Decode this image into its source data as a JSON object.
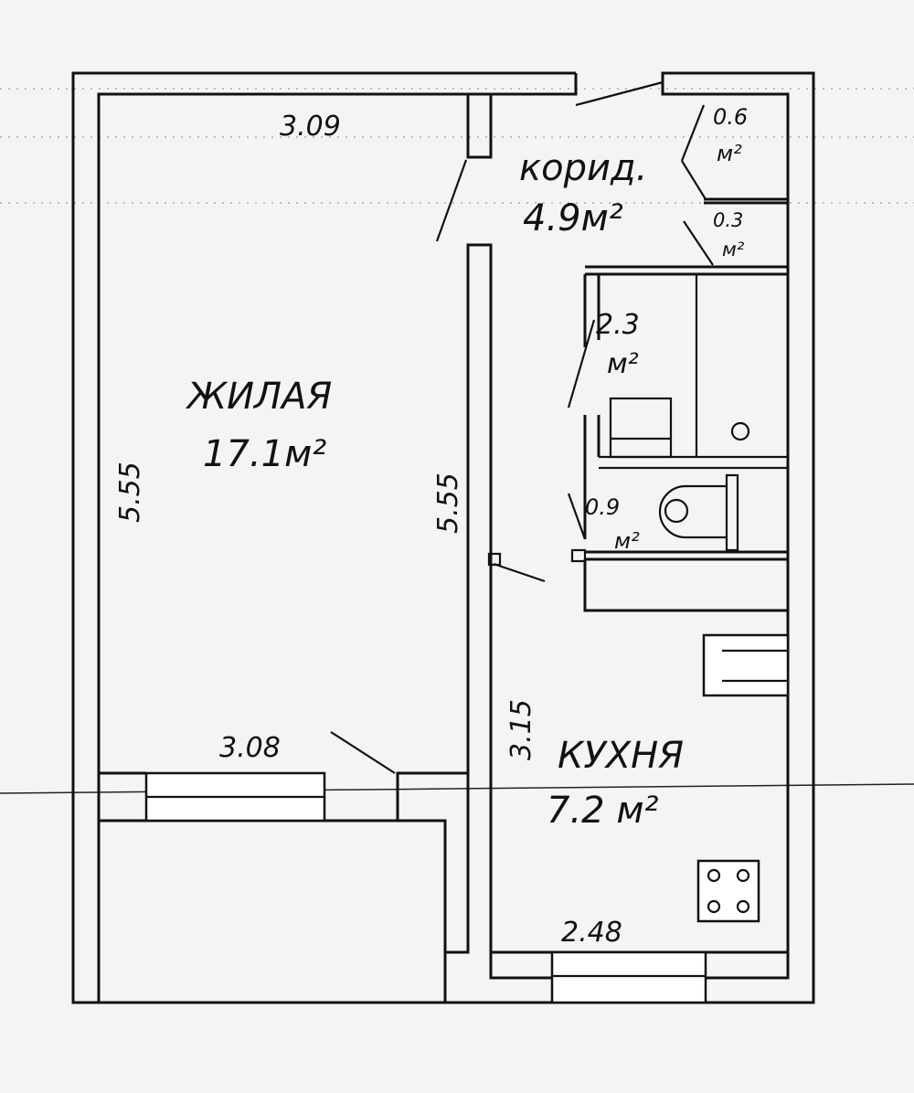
{
  "rooms": {
    "living": {
      "name": "ЖИЛАЯ",
      "area": "17.1м²"
    },
    "corridor": {
      "name": "корид.",
      "area": "4.9м²"
    },
    "kitchen": {
      "name": "КУХНЯ",
      "area": "7.2 м²"
    },
    "closet_top": {
      "area_value": "0.6",
      "area_unit": "м²"
    },
    "closet_mid": {
      "area_value": "0.3",
      "area_unit": "м²"
    },
    "bathroom": {
      "area_value": "2.3",
      "area_unit": "м²"
    },
    "toilet": {
      "area_value": "0.9",
      "area_unit": "м²"
    }
  },
  "dimensions": {
    "living_top": "3.09",
    "living_bottom": "3.08",
    "living_left": "5.55",
    "living_right": "5.55",
    "kitchen_left": "3.15",
    "kitchen_bottom": "2.48"
  }
}
